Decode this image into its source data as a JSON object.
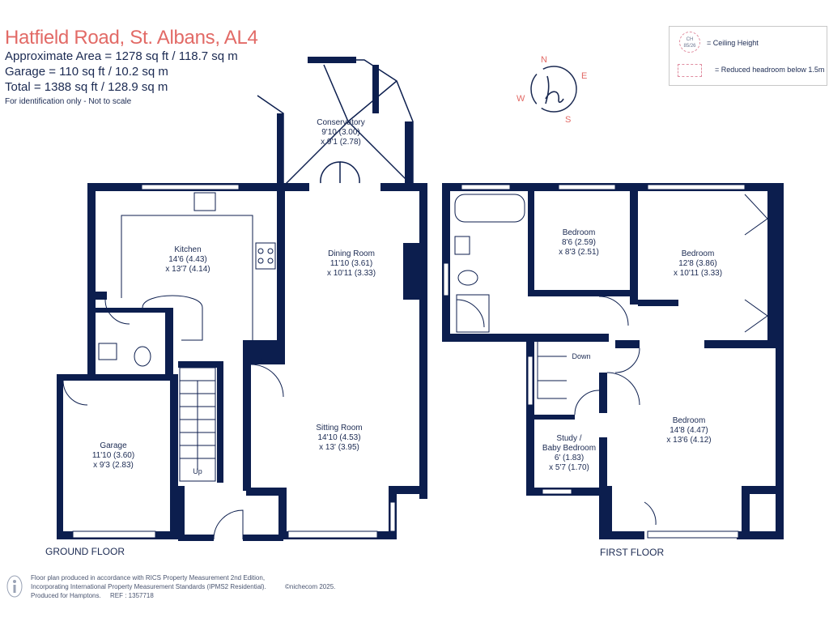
{
  "header": {
    "title": "Hatfield Road, St. Albans, AL4",
    "approx_area": "Approximate Area = 1278 sq ft / 118.7 sq m",
    "garage": "Garage = 110 sq ft / 10.2 sq m",
    "total": "Total = 1388 sq ft / 128.9 sq m",
    "note": "For identification only - Not to scale"
  },
  "legend": {
    "circle_text": "CH 85/26",
    "ceiling": "= Ceiling Height",
    "reduced": "= Reduced headroom below 1.5m"
  },
  "compass": {
    "n": "N",
    "e": "E",
    "s": "S",
    "w": "W"
  },
  "rooms": {
    "conservatory": {
      "name": "Conservatory",
      "dim1": "9'10 (3.00)",
      "dim2": "x 9'1 (2.78)"
    },
    "kitchen": {
      "name": "Kitchen",
      "dim1": "14'6 (4.43)",
      "dim2": "x 13'7 (4.14)"
    },
    "dining": {
      "name": "Dining Room",
      "dim1": "11'10 (3.61)",
      "dim2": "x 10'11 (3.33)"
    },
    "sitting": {
      "name": "Sitting Room",
      "dim1": "14'10 (4.53)",
      "dim2": "x 13' (3.95)"
    },
    "garage": {
      "name": "Garage",
      "dim1": "11'10 (3.60)",
      "dim2": "x 9'3 (2.83)"
    },
    "bedroom1": {
      "name": "Bedroom",
      "dim1": "8'6 (2.59)",
      "dim2": "x 8'3 (2.51)"
    },
    "bedroom2": {
      "name": "Bedroom",
      "dim1": "12'8 (3.86)",
      "dim2": "x 10'11 (3.33)"
    },
    "bedroom3": {
      "name": "Bedroom",
      "dim1": "14'8 (4.47)",
      "dim2": "x 13'6 (4.12)"
    },
    "study": {
      "name": "Study /",
      "name2": "Baby Bedroom",
      "dim1": "6' (1.83)",
      "dim2": "x 5'7 (1.70)"
    }
  },
  "stairs": {
    "up": "Up",
    "down": "Down"
  },
  "floors": {
    "ground": "GROUND FLOOR",
    "first": "FIRST FLOOR"
  },
  "footer": {
    "line1": "Floor plan produced in accordance with RICS Property Measurement 2nd Edition,",
    "line2": "Incorporating International Property Measurement Standards (IPMS2 Residential).",
    "copyright": "©nichecom 2025.",
    "line3": "Produced for Hamptons.",
    "ref": "REF : 1357718"
  },
  "colors": {
    "wall": "#0c1e4e",
    "title": "#e26a66",
    "text": "#1b2a52"
  }
}
